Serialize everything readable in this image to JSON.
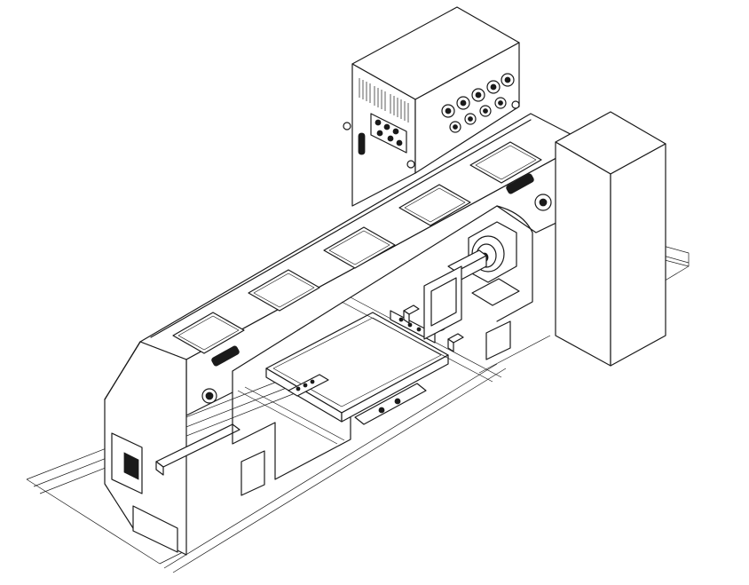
{
  "drawing": {
    "colors": {
      "line": "#1a1a1a",
      "background": "#ffffff",
      "shade": "#d9d9d9"
    },
    "components": [
      "cabinet-tower",
      "control-box",
      "gantry-beam",
      "access-panels",
      "logo-badges",
      "spindle-head",
      "work-table",
      "end-frame",
      "floor-rails"
    ]
  }
}
